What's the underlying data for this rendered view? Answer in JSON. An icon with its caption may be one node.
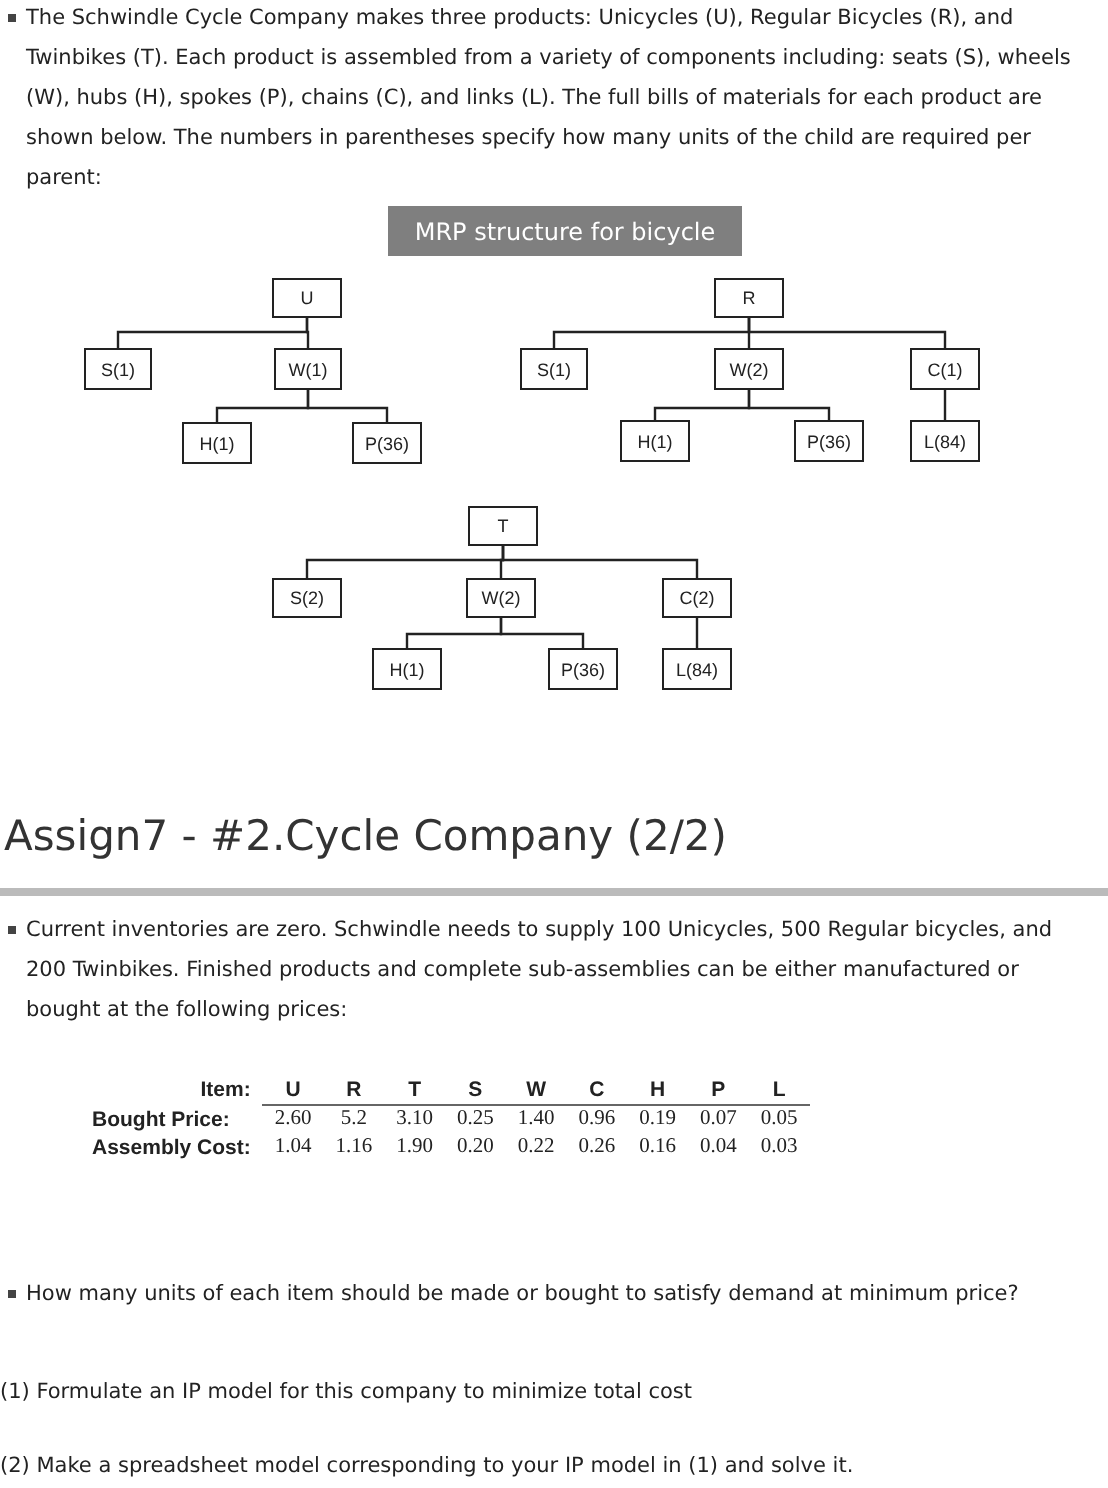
{
  "diagram": {
    "title": "Assign7 - #2.Cycle Company (2/2)",
    "nodes": [
      {
        "text": [
          "MRP structure for bicycle"
        ]
      },
      {
        "text": [
          "U"
        ]
      },
      {
        "text": [
          "S(1)"
        ]
      },
      {
        "text": [
          "W(1)"
        ]
      },
      {
        "text": [
          "H(1)"
        ]
      },
      {
        "text": [
          "P(36)"
        ]
      },
      {
        "text": [
          "R"
        ]
      },
      {
        "text": [
          "S(1)"
        ]
      },
      {
        "text": [
          "W(2)"
        ]
      },
      {
        "text": [
          "C(1)"
        ]
      },
      {
        "text": [
          "H(1)"
        ]
      },
      {
        "text": [
          "P(36)"
        ]
      },
      {
        "text": [
          "L(84)"
        ]
      },
      {
        "text": [
          "T"
        ]
      },
      {
        "text": [
          "S(2)"
        ]
      },
      {
        "text": [
          "W(2)"
        ]
      },
      {
        "text": [
          "C(2)"
        ]
      },
      {
        "text": [
          "H(1)"
        ]
      },
      {
        "text": [
          "P(36)"
        ]
      },
      {
        "text": [
          "L(84)"
        ]
      }
    ],
    "edges": [
      {
        "from": 1,
        "to": 2,
        "arrow": "none"
      },
      {
        "from": 1,
        "to": 3,
        "arrow": "none"
      },
      {
        "from": 3,
        "to": 4,
        "arrow": "none"
      },
      {
        "from": 3,
        "to": 5,
        "arrow": "none"
      },
      {
        "from": 6,
        "to": 7,
        "arrow": "none"
      },
      {
        "from": 6,
        "to": 8,
        "arrow": "none"
      },
      {
        "from": 6,
        "to": 9,
        "arrow": "none"
      },
      {
        "from": 8,
        "to": 10,
        "arrow": "none"
      },
      {
        "from": 8,
        "to": 11,
        "arrow": "none"
      },
      {
        "from": 9,
        "to": 12,
        "arrow": "none"
      },
      {
        "from": 13,
        "to": 14,
        "arrow": "none"
      },
      {
        "from": 13,
        "to": 15,
        "arrow": "none"
      },
      {
        "from": 13,
        "to": 16,
        "arrow": "none"
      },
      {
        "from": 15,
        "to": 17,
        "arrow": "none"
      },
      {
        "from": 15,
        "to": 18,
        "arrow": "none"
      },
      {
        "from": 16,
        "to": 19,
        "arrow": "none"
      }
    ],
    "labels": [
      "The Schwindle Cycle Company makes three products: Unicycles (U), Regular Bicycles (R), and Twinbikes (T). Each product is assembled from a variety of components including: seats (S), wheels (W), hubs (H), spokes (P), chains (C), and links (L). The full bills of materials for each product are shown below. The numbers in parentheses specify how many units of the child are required per parent:",
      "Current inventories are zero. Schwindle needs to supply 100 Unicycles, 500 Regular bicycles, and 200 Twinbikes. Finished products and complete sub-assemblies can be either manufactured or bought at the following prices:",
      "Item:",
      "U",
      "R",
      "T",
      "S",
      "W",
      "C",
      "H",
      "P",
      "L",
      "Bought Price:",
      "2.60",
      "5.2",
      "3.10",
      "0.25",
      "1.40",
      "0.96",
      "0.19",
      "0.07",
      "0.05",
      "Assembly Cost:",
      "1.04",
      "1.16",
      "1.90",
      "0.20",
      "0.22",
      "0.26",
      "0.16",
      "0.04",
      "0.03",
      "How many units of each item should be made or bought to satisfy demand at minimum price?",
      "(1) Formulate an IP model for this company to minimize total cost",
      "(2) Make a spreadsheet model corresponding to your IP model in (1) and solve it."
    ]
  }
}
